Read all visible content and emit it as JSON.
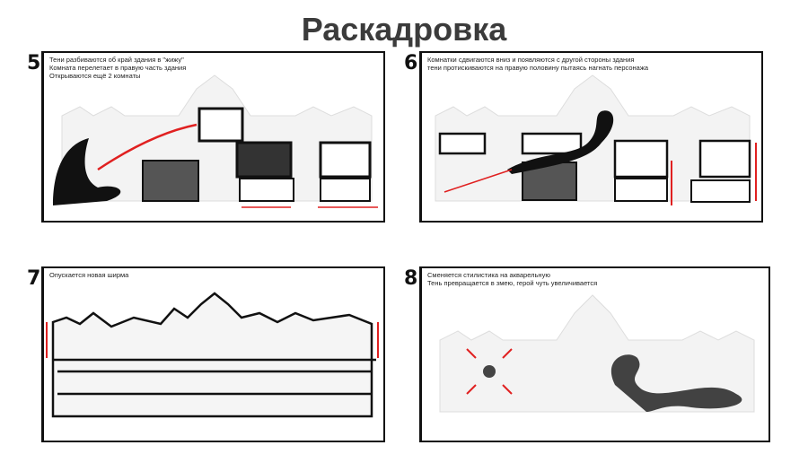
{
  "title": "Раскадровка",
  "panels": [
    {
      "number": "5",
      "lines": [
        "Тени разбиваются об край здания в \"жижу\"",
        "Комната перелетает в правую часть здания",
        "Открываются ещё 2 комнаты"
      ]
    },
    {
      "number": "6",
      "lines": [
        "Комнатки сдвигаются вниз и появляются с другой стороны здания",
        "тени протискиваются на правую половину пытаясь нагнать персонажа"
      ]
    },
    {
      "number": "7",
      "lines": [
        "Опускается новая ширма"
      ]
    },
    {
      "number": "8",
      "lines": [
        "Сменяется стилистика на акварельную",
        "Тень превращается в змею, герой чуть увеличивается"
      ]
    }
  ],
  "colors": {
    "accent": "#e02020",
    "ink": "#111111",
    "title": "#3b3b3b"
  }
}
